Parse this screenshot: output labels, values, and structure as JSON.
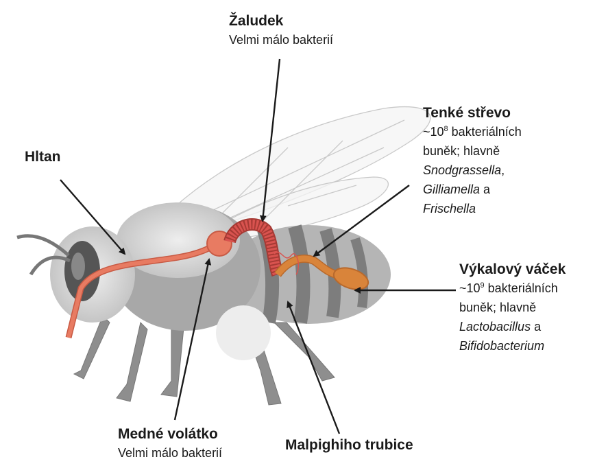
{
  "labels": {
    "zaludek": {
      "title": "Žaludek",
      "desc": "Velmi málo bakterií"
    },
    "tenke_strevo": {
      "title": "Tenké střevo",
      "line1_pre": "~10",
      "line1_sup": "8",
      "line1_post": " bakteriálních",
      "line2": "buněk; hlavně",
      "line3_italic": "Snodgrassella",
      "line3_post": ",",
      "line4_italic": "Gilliamella",
      "line4_post": " a",
      "line5_italic": "Frischella"
    },
    "hltan": {
      "title": "Hltan"
    },
    "vykalovy_vacek": {
      "title": "Výkalový váček",
      "line1_pre": "~10",
      "line1_sup": "9",
      "line1_post": " bakteriálních",
      "line2": "buněk; hlavně",
      "line3_italic": "Lactobacillus",
      "line3_post": " a",
      "line4_italic": "Bifidobacterium"
    },
    "medne_volatko": {
      "title": "Medné volátko",
      "desc": "Velmi málo bakterií"
    },
    "malpighiho": {
      "title": "Malpighiho trubice"
    }
  },
  "colors": {
    "gut": "#e87b62",
    "gut_dark": "#c85a44",
    "intestine": "#d9534f",
    "rectum": "#d9843a",
    "body_gray": "#9a9a9a",
    "fur": "#d4d4d4",
    "arrow": "#1a1a1a"
  }
}
